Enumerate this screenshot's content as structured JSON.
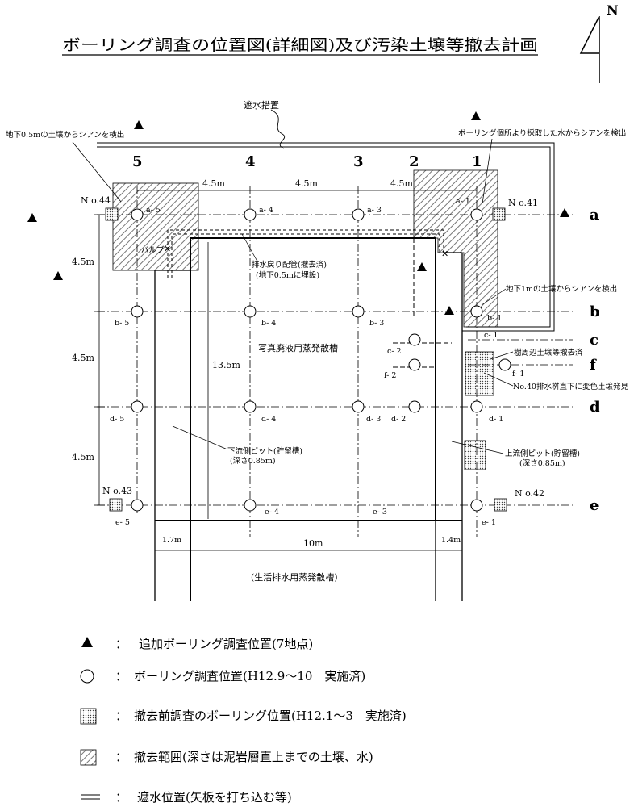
{
  "title": "ボーリング調査の位置図(詳細図)及び汚染土壌等撤去計画",
  "north_label": "N",
  "columns": [
    "5",
    "4",
    "3",
    "2",
    "1"
  ],
  "rows": [
    "a",
    "b",
    "c",
    "f",
    "d",
    "e"
  ],
  "spacings": {
    "col_5_4": "4.5m",
    "col_4_3": "4.5m",
    "col_3_1": "4.5m",
    "row_a_b": "4.5m",
    "row_b_d": "4.5m",
    "row_d_e": "4.5m",
    "height_tank": "13.5m",
    "left_margin": "1.7m",
    "tank_width": "10m",
    "right_margin": "1.4m"
  },
  "annotations": {
    "water_shield": "遮水措置",
    "cyanide_left": "地下0.5mの土壌からシアンを検出",
    "cyanide_right": "ボーリング個所より採取した水からシアンを検出",
    "valve": "バルブ",
    "drain_pipe": "排水戻り配管(撤去済)",
    "drain_pipe_sub": "(地下0.5mに埋設)",
    "cyanide_1m": "地下1mの土壌からシアンを検出",
    "photo_tank": "写真廃液用蒸発散槽",
    "tree_soil": "樹周辺土壌等撤去済",
    "discolored_soil": "No.40排水桝直下に変色土壌発見",
    "down_pit": "下流側ピット(貯留槽)",
    "down_pit_sub": "(深さ0.85m)",
    "up_pit": "上流側ピット(貯留槽)",
    "up_pit_sub": "(深さ0.85m)",
    "domestic_tank": "(生活排水用蒸発散槽)"
  },
  "boreholes": {
    "a5": "a- 5",
    "a4": "a- 4",
    "a3": "a- 3",
    "a1": "a- 1",
    "b5": "b- 5",
    "b4": "b- 4",
    "b3": "b- 3",
    "b1": "b- 1",
    "c2": "c- 2",
    "c1": "c- 1",
    "f2": "f- 2",
    "f1": "f- 1",
    "d5": "d- 5",
    "d4": "d- 4",
    "d3": "d- 3",
    "d2": "d- 2",
    "d1": "d- 1",
    "e5": "e- 5",
    "e4": "e- 4",
    "e3": "e- 3",
    "e1": "e- 1"
  },
  "prior_points": {
    "no44": "N o.44",
    "no41": "N o.41",
    "no43": "N o.43",
    "no42": "N o.42"
  },
  "legend": [
    {
      "symbol": "triangle",
      "label": "追加ボーリング調査位置(7地点)"
    },
    {
      "symbol": "circle",
      "label": "ボーリング調査位置(H12.9～10　実施済)"
    },
    {
      "symbol": "dotted-square",
      "label": "撤去前調査のボーリング位置(H12.1～3　実施済)"
    },
    {
      "symbol": "hatched-square",
      "label": "撤去範囲(深さは泥岩層直上までの土壌、水)"
    },
    {
      "symbol": "double-line",
      "label": "遮水位置(矢板を打ち込む等)"
    }
  ],
  "legend_colon": "："
}
